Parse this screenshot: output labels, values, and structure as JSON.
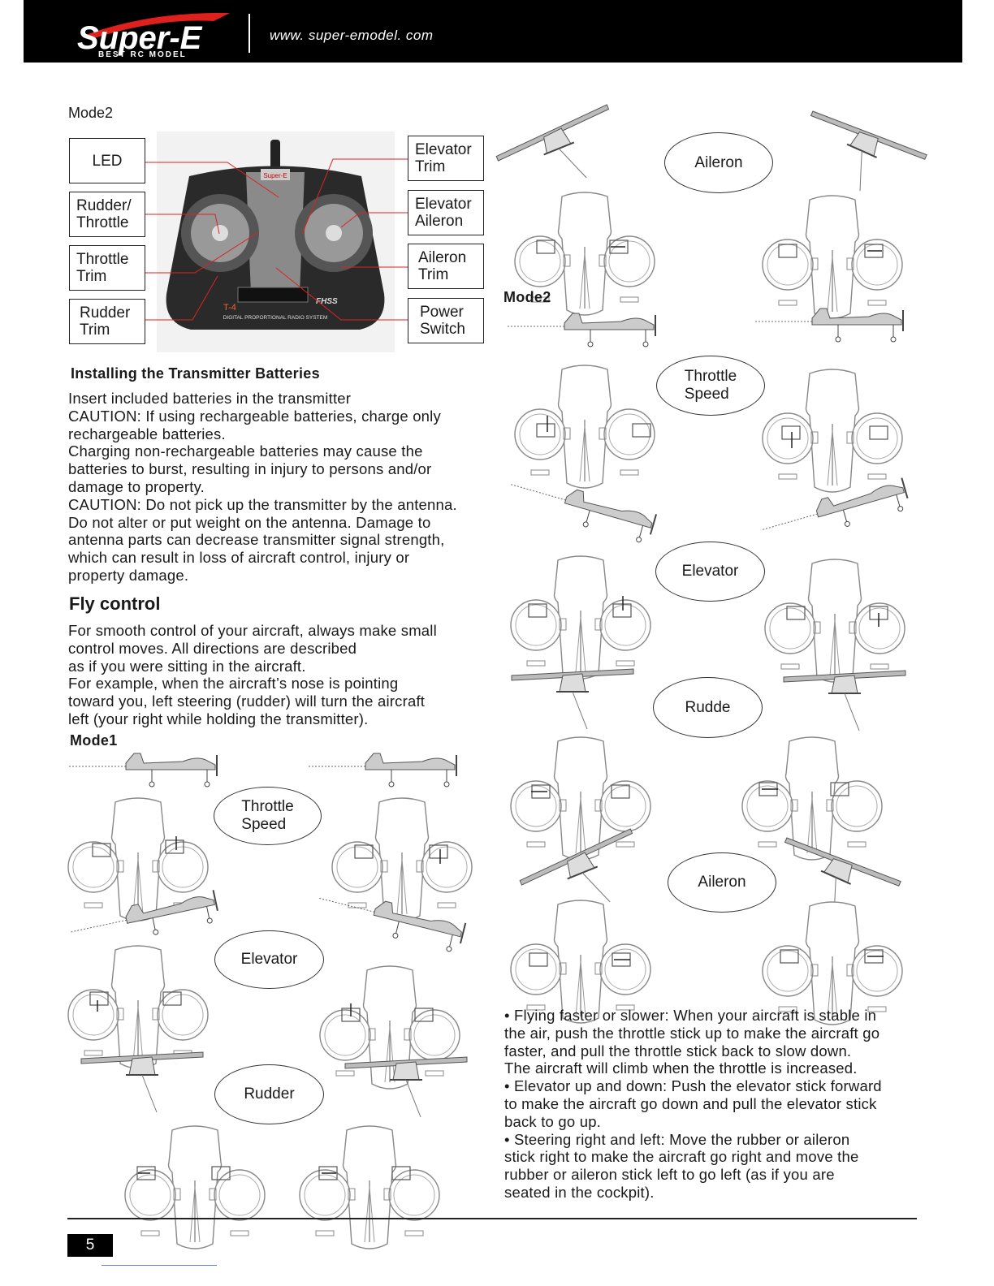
{
  "header": {
    "logo_text": "Super-E",
    "logo_tagline": "BEST RC MODEL",
    "url": "www. super-emodel. com"
  },
  "transmitter": {
    "mode_label": "Mode2",
    "left_labels": [
      "LED",
      "Rudder/\nThrottle",
      "Throttle\nTrim",
      "Rudder\nTrim"
    ],
    "right_labels": [
      "Elevator\nTrim",
      "Elevator\nAileron",
      "Aileron\nTrim",
      "Power\nSwitch"
    ],
    "device_brand": "Super-E",
    "device_model": "T-4",
    "device_badge": "FHSS",
    "device_caption": "DIGITAL PROPORTIONAL RADIO SYSTEM"
  },
  "batteries": {
    "title": "Installing the Transmitter Batteries",
    "body": "Insert included batteries in the transmitter\nCAUTION: If using rechargeable batteries, charge only\nrechargeable batteries.\nCharging non-rechargeable batteries may cause the\nbatteries to burst, resulting in injury to persons and/or\ndamage to property.\nCAUTION: Do not pick up the transmitter by the antenna.\nDo not alter or put weight on the antenna. Damage to\nantenna parts can decrease transmitter signal strength,\nwhich can result in loss of aircraft control, injury or\nproperty damage."
  },
  "fly_control": {
    "title": "Fly control",
    "body": "For smooth control of your aircraft, always make small\ncontrol moves. All directions are described\nas if you were sitting in the aircraft.\nFor example, when the aircraft’s nose is pointing\ntoward you, left steering (rudder) will turn the aircraft\nleft (your right while holding the transmitter)."
  },
  "mode1": {
    "label": "Mode1",
    "ovals": [
      "Throttle\nSpeed",
      "Elevator",
      "Rudder"
    ]
  },
  "mode2": {
    "label": "Mode2",
    "ovals": [
      "Aileron",
      "Throttle\nSpeed",
      "Elevator",
      "Rudde",
      "Aileron"
    ]
  },
  "notes": {
    "body": "• Flying faster or slower: When your aircraft is stable in\nthe air, push the throttle stick up to make the aircraft go\nfaster, and pull the throttle stick back to slow down.\nThe aircraft will climb when the throttle is increased.\n• Elevator up and down: Push the elevator stick forward\nto make the aircraft go down and pull the elevator stick\nback to go up.\n• Steering right and left: Move the rubber or aileron\nstick right to make the aircraft go right and move the\nrubber or aileron stick left to go left (as if you are\nseated in the cockpit)."
  },
  "footer": {
    "page_number": "5"
  }
}
